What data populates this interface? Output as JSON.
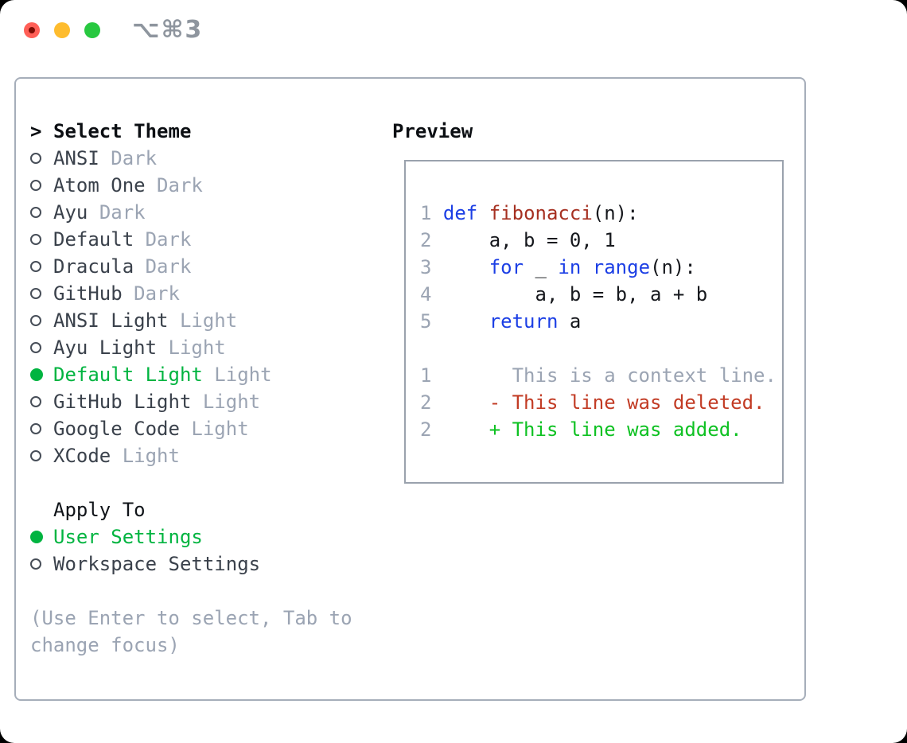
{
  "titlebar": {
    "shortcut": "⌥⌘3",
    "traffic_lights": {
      "close": "#ff5f57",
      "close_dot": "#7c0c04",
      "minimize": "#febc2e",
      "zoom": "#28c840"
    }
  },
  "theme_picker": {
    "prompt": ">",
    "title": "Select Theme",
    "items": [
      {
        "name": "ANSI",
        "variant": "Dark",
        "selected": false
      },
      {
        "name": "Atom One",
        "variant": "Dark",
        "selected": false
      },
      {
        "name": "Ayu",
        "variant": "Dark",
        "selected": false
      },
      {
        "name": "Default",
        "variant": "Dark",
        "selected": false
      },
      {
        "name": "Dracula",
        "variant": "Dark",
        "selected": false
      },
      {
        "name": "GitHub",
        "variant": "Dark",
        "selected": false
      },
      {
        "name": "ANSI Light",
        "variant": "Light",
        "selected": false
      },
      {
        "name": "Ayu Light",
        "variant": "Light",
        "selected": false
      },
      {
        "name": "Default Light",
        "variant": "Light",
        "selected": true
      },
      {
        "name": "GitHub Light",
        "variant": "Light",
        "selected": false
      },
      {
        "name": "Google Code",
        "variant": "Light",
        "selected": false
      },
      {
        "name": "XCode",
        "variant": "Light",
        "selected": false
      }
    ]
  },
  "apply_to": {
    "title": "Apply To",
    "options": [
      {
        "label": "User Settings",
        "selected": true
      },
      {
        "label": "Workspace Settings",
        "selected": false
      }
    ]
  },
  "hint": "(Use Enter to select, Tab to change focus)",
  "preview": {
    "title": "Preview",
    "lines": [
      {
        "num": "1",
        "tokens": [
          [
            "kw",
            "def"
          ],
          [
            "pl",
            " "
          ],
          [
            "fn",
            "fibonacci"
          ],
          [
            "pl",
            "(n):"
          ]
        ]
      },
      {
        "num": "2",
        "tokens": [
          [
            "pl",
            "    a, b = 0, 1"
          ]
        ]
      },
      {
        "num": "3",
        "tokens": [
          [
            "pl",
            "    "
          ],
          [
            "kw",
            "for"
          ],
          [
            "pl",
            " _ "
          ],
          [
            "kw",
            "in"
          ],
          [
            "pl",
            " "
          ],
          [
            "kw",
            "range"
          ],
          [
            "pl",
            "(n):"
          ]
        ]
      },
      {
        "num": "4",
        "tokens": [
          [
            "pl",
            "        a, b = b, a + b"
          ]
        ]
      },
      {
        "num": "5",
        "tokens": [
          [
            "pl",
            "    "
          ],
          [
            "kw",
            "return"
          ],
          [
            "pl",
            " a"
          ]
        ]
      },
      {
        "num": "",
        "tokens": []
      },
      {
        "num": "1",
        "tokens": [
          [
            "ctx",
            "      This is a context line."
          ]
        ]
      },
      {
        "num": "2",
        "tokens": [
          [
            "del",
            "    - This line was deleted."
          ]
        ]
      },
      {
        "num": "2",
        "tokens": [
          [
            "add",
            "    + This line was added."
          ]
        ]
      }
    ]
  },
  "colors": {
    "selected_green": "#00b440",
    "added_green": "#0ec122",
    "deleted_red": "#c23b24",
    "keyword_blue": "#1c3fe5",
    "function_red": "#a63122",
    "muted_gray": "#9ba4b3",
    "label_dark": "#3a414b",
    "panel_border": "#a6aeba"
  }
}
